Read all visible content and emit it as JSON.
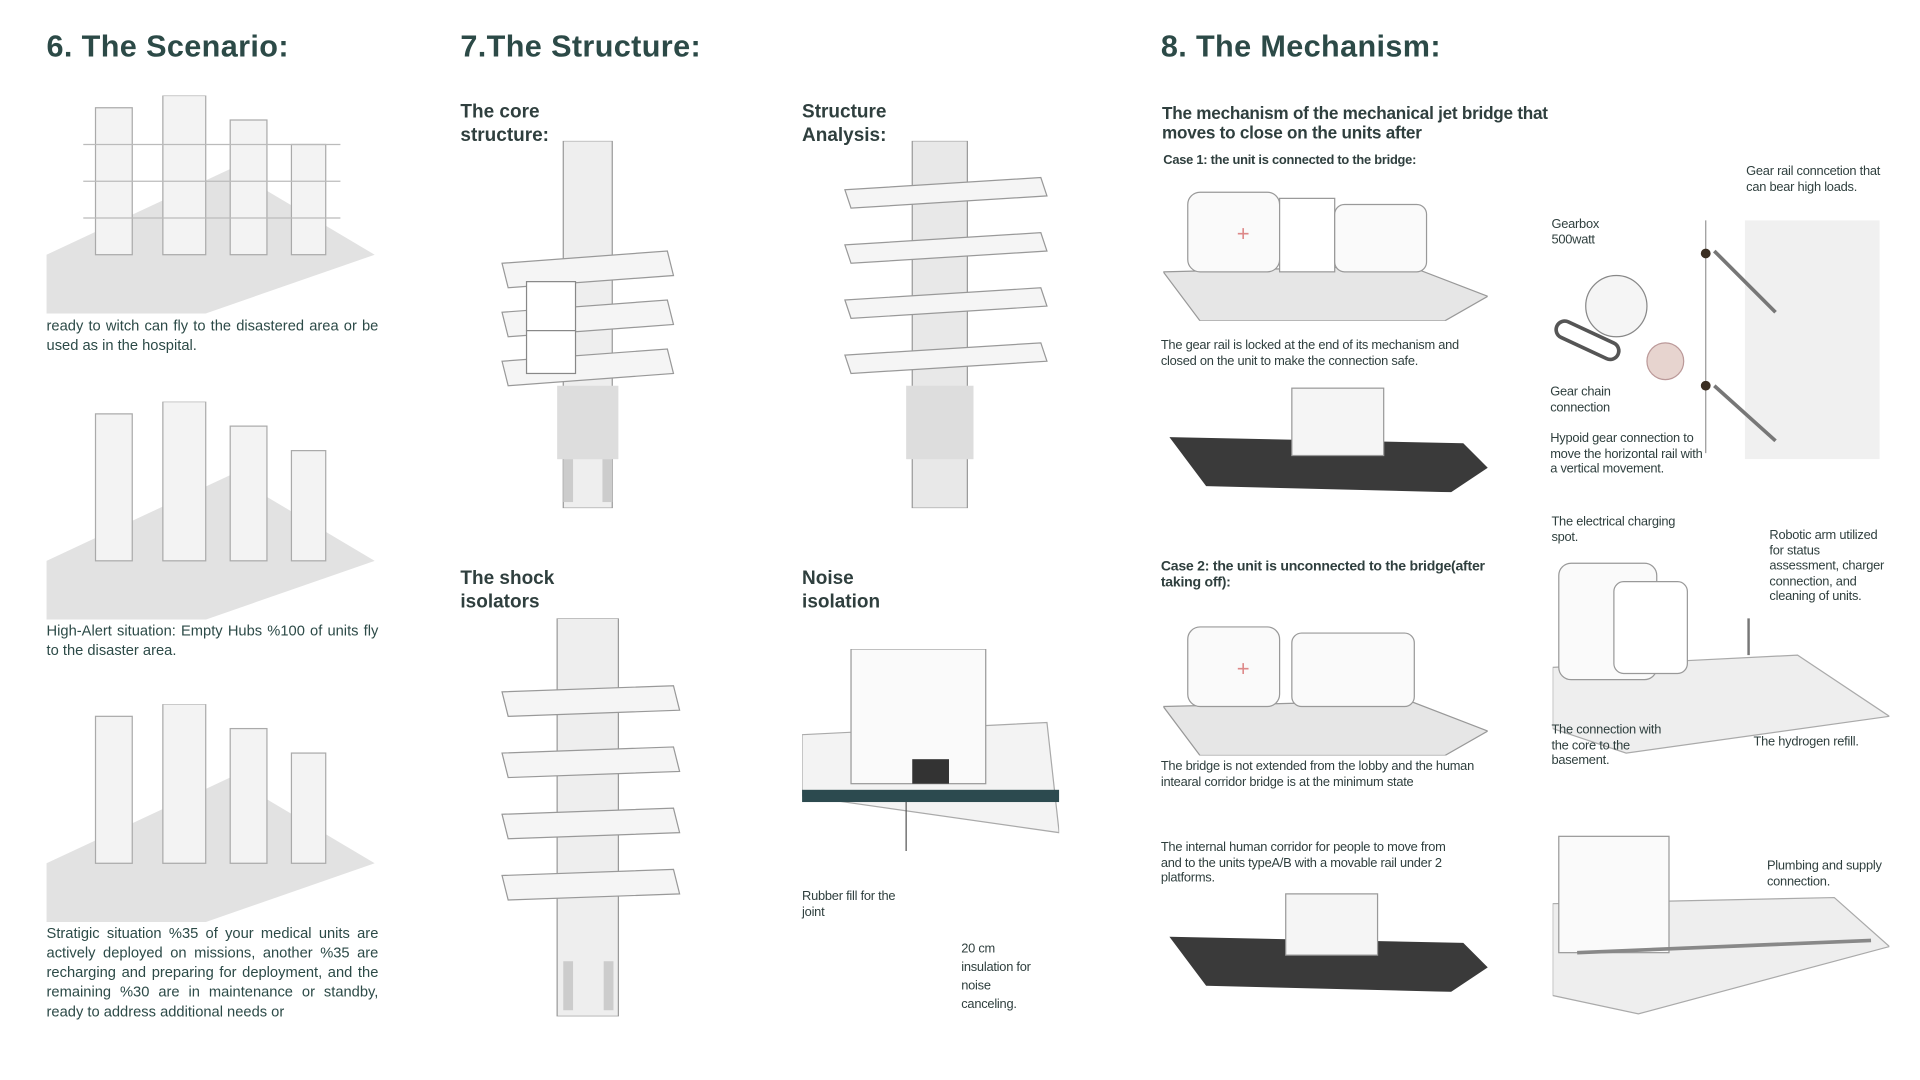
{
  "scenario": {
    "title": "6. The Scenario:",
    "texts": [
      "ready to witch can fly to the disastered area or be used as in the hospital.",
      "High-Alert situation: Empty Hubs %100 of units fly to the disaster area.",
      "Stratigic situation %35 of your medical units are actively deployed on missions, another %35 are recharging and preparing for deployment, and the remaining %30 are in maintenance or standby, ready to address additional needs or"
    ]
  },
  "structure": {
    "title": "7.The Structure:",
    "core": "The core structure:",
    "analysis": "Structure Analysis:",
    "shock": "The shock isolators",
    "noise": "Noise isolation",
    "rubber": "Rubber fill for the joint",
    "insulation": "20 cm insulation for noise canceling."
  },
  "mechanism": {
    "title": "8. The Mechanism:",
    "intro": "The mechanism of the mechanical jet bridge that moves to close on the units after",
    "case1": "Case 1: the unit is connected to the bridge:",
    "case1_caption": "The gear rail is locked at the end of its mechanism and closed on the unit to make the connection safe.",
    "case2": "Case 2: the unit is unconnected to the bridge(after taking off):",
    "case2_caption": "The bridge is not extended from the lobby and the human intearal corridor bridge is at the minimum state",
    "corridor_caption": "The internal human corridor for people to move from and to the units typeA/B with a movable rail under 2 platforms.",
    "gear_rail": "Gear rail conncetion that can bear high loads.",
    "gearbox": "Gearbox 500watt",
    "gear_chain": "Gear chain connection",
    "hypoid": "Hypoid gear connection to move the horizontal rail with a vertical movement.",
    "charging": "The electrical charging spot.",
    "robotic_arm": "Robotic arm utilized for status assessment, charger connection, and cleaning of units.",
    "core_connection": "The connection with the core to the basement.",
    "hydrogen": "The hydrogen refill.",
    "plumbing": "Plumbing and supply connection."
  }
}
